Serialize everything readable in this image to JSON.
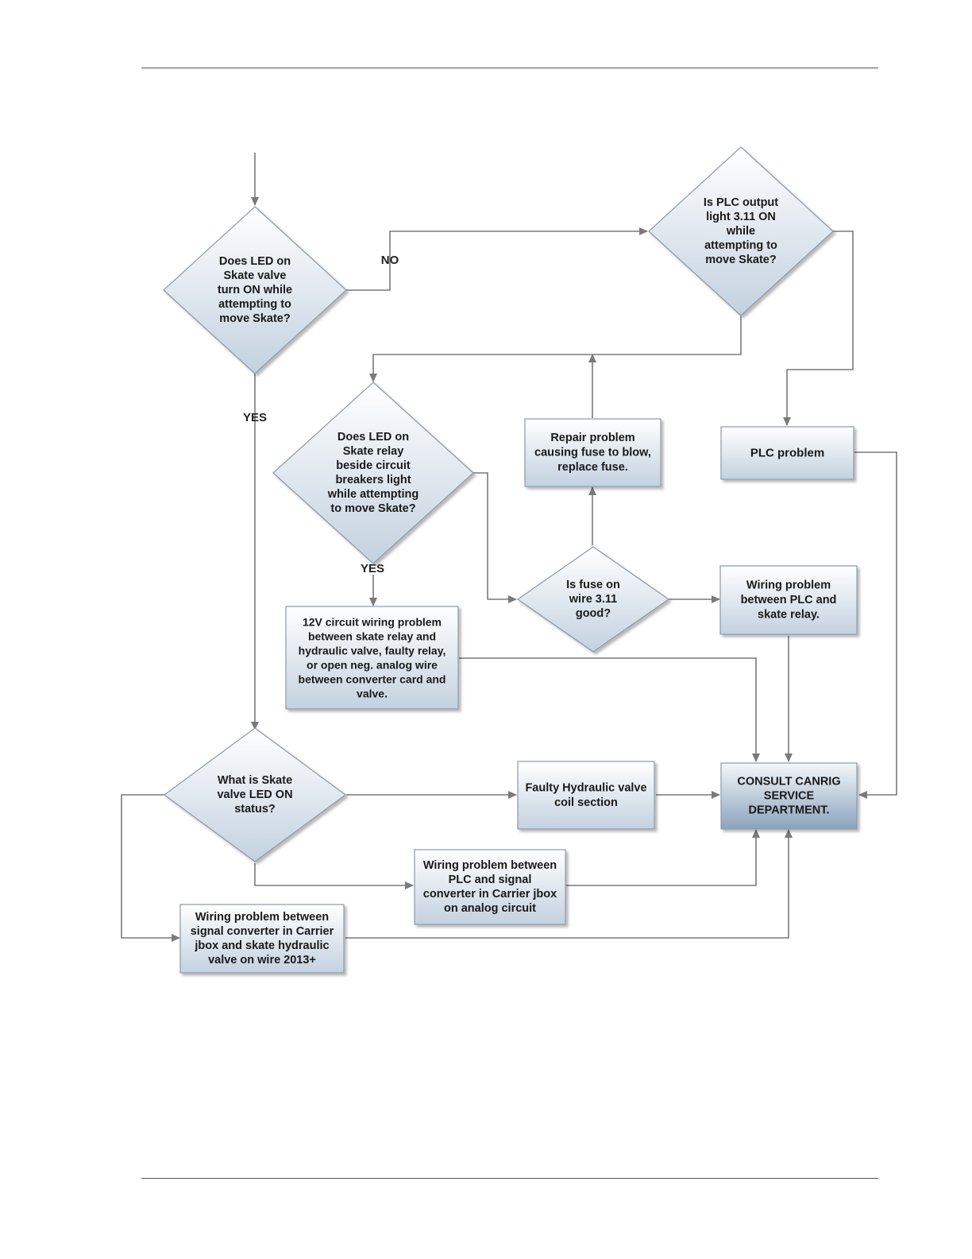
{
  "nodes": {
    "q_led_skate_valve": {
      "lines": [
        "Does LED on",
        "Skate valve",
        "turn ON while",
        "attempting to",
        "move Skate?"
      ]
    },
    "q_plc_output": {
      "lines": [
        "Is PLC output",
        "light 3.11 ON",
        "while",
        "attempting to",
        "move Skate?"
      ]
    },
    "q_led_skate_relay": {
      "lines": [
        "Does LED on",
        "Skate relay",
        "beside circuit",
        "breakers light",
        "while attempting",
        "to move Skate?"
      ]
    },
    "repair_fuse": {
      "lines": [
        "Repair problem",
        "causing fuse to blow,",
        "replace fuse."
      ]
    },
    "plc_problem": {
      "lines": [
        "PLC problem"
      ]
    },
    "q_fuse_good": {
      "lines": [
        "Is fuse on",
        "wire 3.11",
        "good?"
      ]
    },
    "wiring_plc_relay": {
      "lines": [
        "Wiring problem",
        "between PLC and",
        "skate relay."
      ]
    },
    "circuit_12v": {
      "lines": [
        "12V circuit wiring problem",
        "between skate relay and",
        "hydraulic valve, faulty relay,",
        "or open neg. analog wire",
        "between converter card and",
        "valve."
      ]
    },
    "q_valve_status": {
      "lines": [
        "What is Skate",
        "valve LED ON",
        "status?"
      ]
    },
    "faulty_hydraulic": {
      "lines": [
        "Faulty Hydraulic valve",
        "coil section"
      ]
    },
    "consult_canrig": {
      "lines": [
        "CONSULT CANRIG",
        "SERVICE",
        "DEPARTMENT."
      ]
    },
    "wiring_plc_converter": {
      "lines": [
        "Wiring problem between",
        "PLC and signal",
        "converter in Carrier jbox",
        "on analog circuit"
      ]
    },
    "wiring_converter_valve": {
      "lines": [
        "Wiring problem between",
        "signal converter in Carrier",
        "jbox and skate hydraulic",
        "valve on wire 2013+"
      ]
    }
  },
  "labels": {
    "no": "NO",
    "yes_main": "YES",
    "yes_relay": "YES"
  },
  "colors": {
    "connector": "#7a7a7a",
    "node_fill_top": "#ffffff",
    "node_fill_bottom": "#c3d1df",
    "node_border": "#8a9aaa",
    "consult_fill_bottom": "#8ba2bc",
    "text": "#1a1a1a"
  }
}
